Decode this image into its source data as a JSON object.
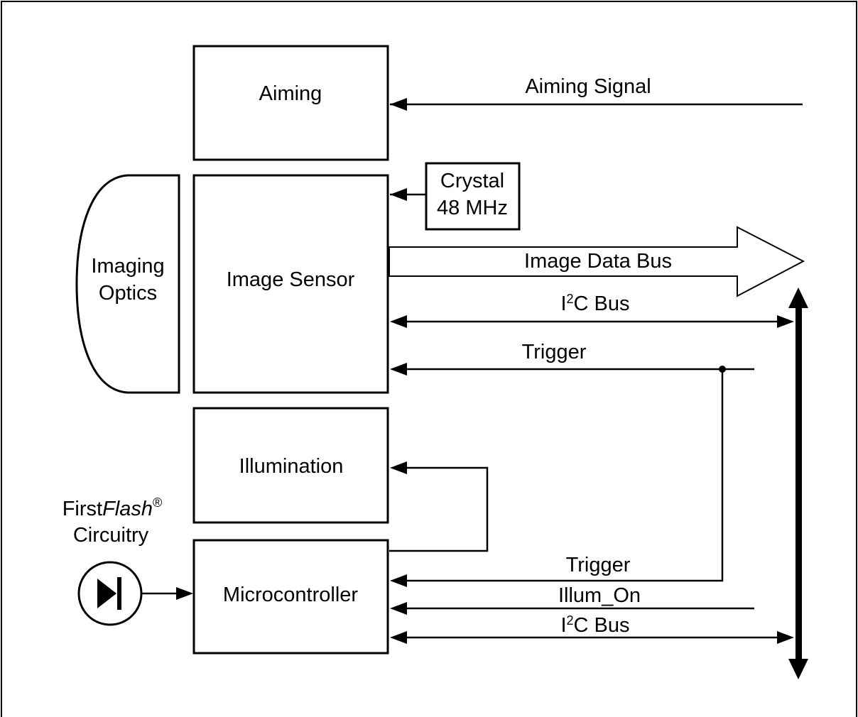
{
  "diagram": {
    "blocks": {
      "aiming": "Aiming",
      "image_sensor": "Image Sensor",
      "illumination": "Illumination",
      "microcontroller": "Microcontroller",
      "crystal_line1": "Crystal",
      "crystal_line2": "48 MHz",
      "optics_line1": "Imaging",
      "optics_line2": "Optics",
      "firstflash_prefix": "First",
      "firstflash_italic": "Flash",
      "firstflash_mark": "®",
      "firstflash_line2": "Circuitry"
    },
    "signals": {
      "aiming_signal": "Aiming Signal",
      "image_data_bus": "Image Data Bus",
      "i2c_upper_prefix": "I",
      "i2c_upper_sup": "2",
      "i2c_upper_suffix": "C Bus",
      "trigger_upper": "Trigger",
      "trigger_lower": "Trigger",
      "illum_on": "Illum_On",
      "i2c_lower_prefix": "I",
      "i2c_lower_sup": "2",
      "i2c_lower_suffix": "C Bus"
    }
  }
}
